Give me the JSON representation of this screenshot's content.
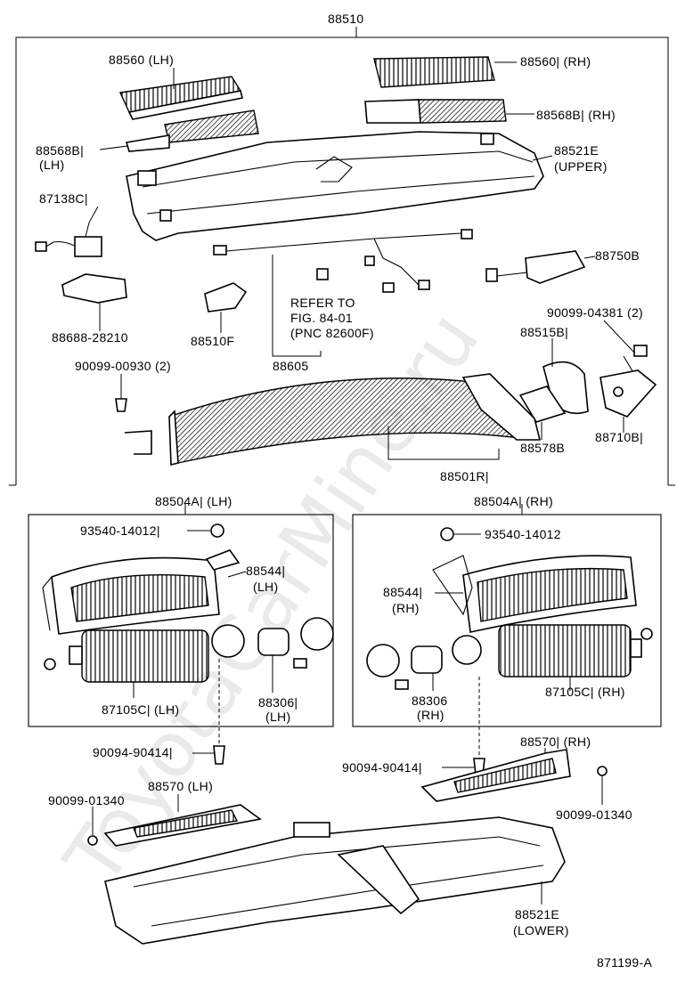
{
  "watermark": "ToyotaCarMine.ru",
  "footer_code": "871199-A",
  "labels": {
    "p88510": "88510",
    "p88560lh": "88560 (LH)",
    "p88560rh": "88560| (RH)",
    "p88568rh": "88568B| (RH)",
    "p88568lh_1": "88568B|",
    "p88568lh_2": "(LH)",
    "p88521up_1": "88521E",
    "p88521up_2": "(UPPER)",
    "p87138": "87138C|",
    "p88750": "88750B",
    "p88688": "88688-28210",
    "p88510f": "88510F",
    "refer_1": "REFER TO",
    "refer_2": "FIG. 84-01",
    "refer_3": "(PNC 82600F)",
    "p90099_04381": "90099-04381 (2)",
    "p88515": "88515B|",
    "p88605": "88605",
    "p90099_00930": "90099-00930 (2)",
    "p88710": "88710B|",
    "p88578": "88578B",
    "p88501": "88501R|",
    "p88504lh": "88504A| (LH)",
    "p88504rh": "88504A| (RH)",
    "p93540lh": "93540-14012|",
    "p93540rh": "93540-14012",
    "p88544lh_1": "88544|",
    "p88544lh_2": "(LH)",
    "p88544rh_1": "88544|",
    "p88544rh_2": "(RH)",
    "p88306lh_1": "88306|",
    "p88306lh_2": "(LH)",
    "p88306rh_1": "88306",
    "p88306rh_2": "(RH)",
    "p87105lh": "87105C| (LH)",
    "p87105rh": "87105C| (RH)",
    "p90094lh": "90094-90414|",
    "p90094rh": "90094-90414|",
    "p88570rh": "88570| (RH)",
    "p88570lh": "88570 (LH)",
    "p90099_01340lh": "90099-01340",
    "p90099_01340rh": "90099-01340",
    "p88521lo_1": "88521E",
    "p88521lo_2": "(LOWER)"
  }
}
